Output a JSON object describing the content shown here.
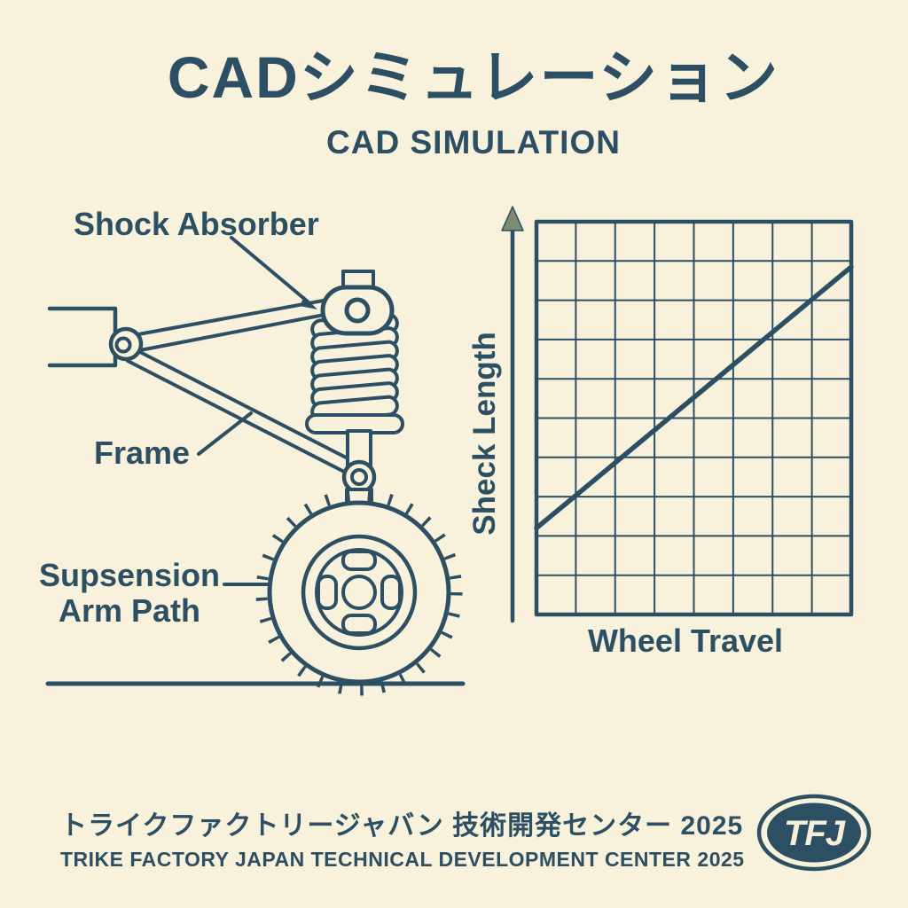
{
  "colors": {
    "background": "#f8f2dc",
    "ink": "#2d4f63",
    "axis_arrow_gray": "#7d8a74",
    "badge_fill": "#2d4f63",
    "badge_text_color": "#f6f0da"
  },
  "header": {
    "title": "CADシミュレーション",
    "subtitle": "CAD SIMULATION"
  },
  "diagram": {
    "shock_absorber_label": "Shock Absorber",
    "frame_label": "Frame",
    "arm_path_label_line1": "Supsension",
    "arm_path_label_line2": "Arm Path"
  },
  "chart_data": {
    "type": "line",
    "title": "",
    "xlabel": "Wheel Travel",
    "ylabel": "Sheck Length",
    "x_range": [
      0,
      8
    ],
    "y_range": [
      0,
      10
    ],
    "grid": {
      "cols": 8,
      "rows": 10,
      "visible": true
    },
    "legend": false,
    "series": [
      {
        "name": "shock-length-vs-wheel-travel",
        "x": [
          0,
          8
        ],
        "y": [
          2.2,
          8.85
        ]
      }
    ]
  },
  "footer": {
    "jp_line": "トライクファクトリージャバン 技術開発センター 2025",
    "en_line": "TRIKE FACTORY JAPAN TECHNICAL DEVELOPMENT CENTER 2025",
    "badge": "TFJ"
  }
}
